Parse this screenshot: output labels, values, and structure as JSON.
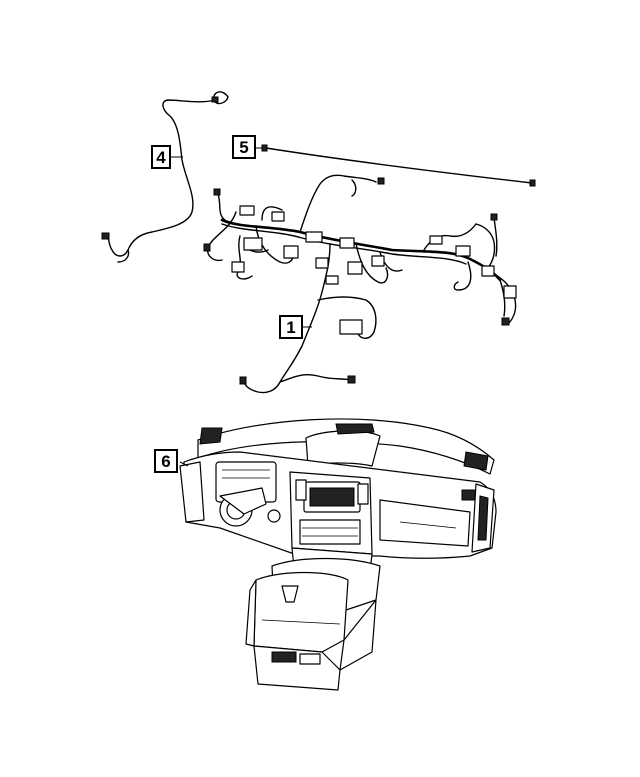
{
  "callouts": [
    {
      "id": "callout-1",
      "label": "1"
    },
    {
      "id": "callout-4",
      "label": "4"
    },
    {
      "id": "callout-5",
      "label": "5"
    },
    {
      "id": "callout-6",
      "label": "6"
    }
  ]
}
